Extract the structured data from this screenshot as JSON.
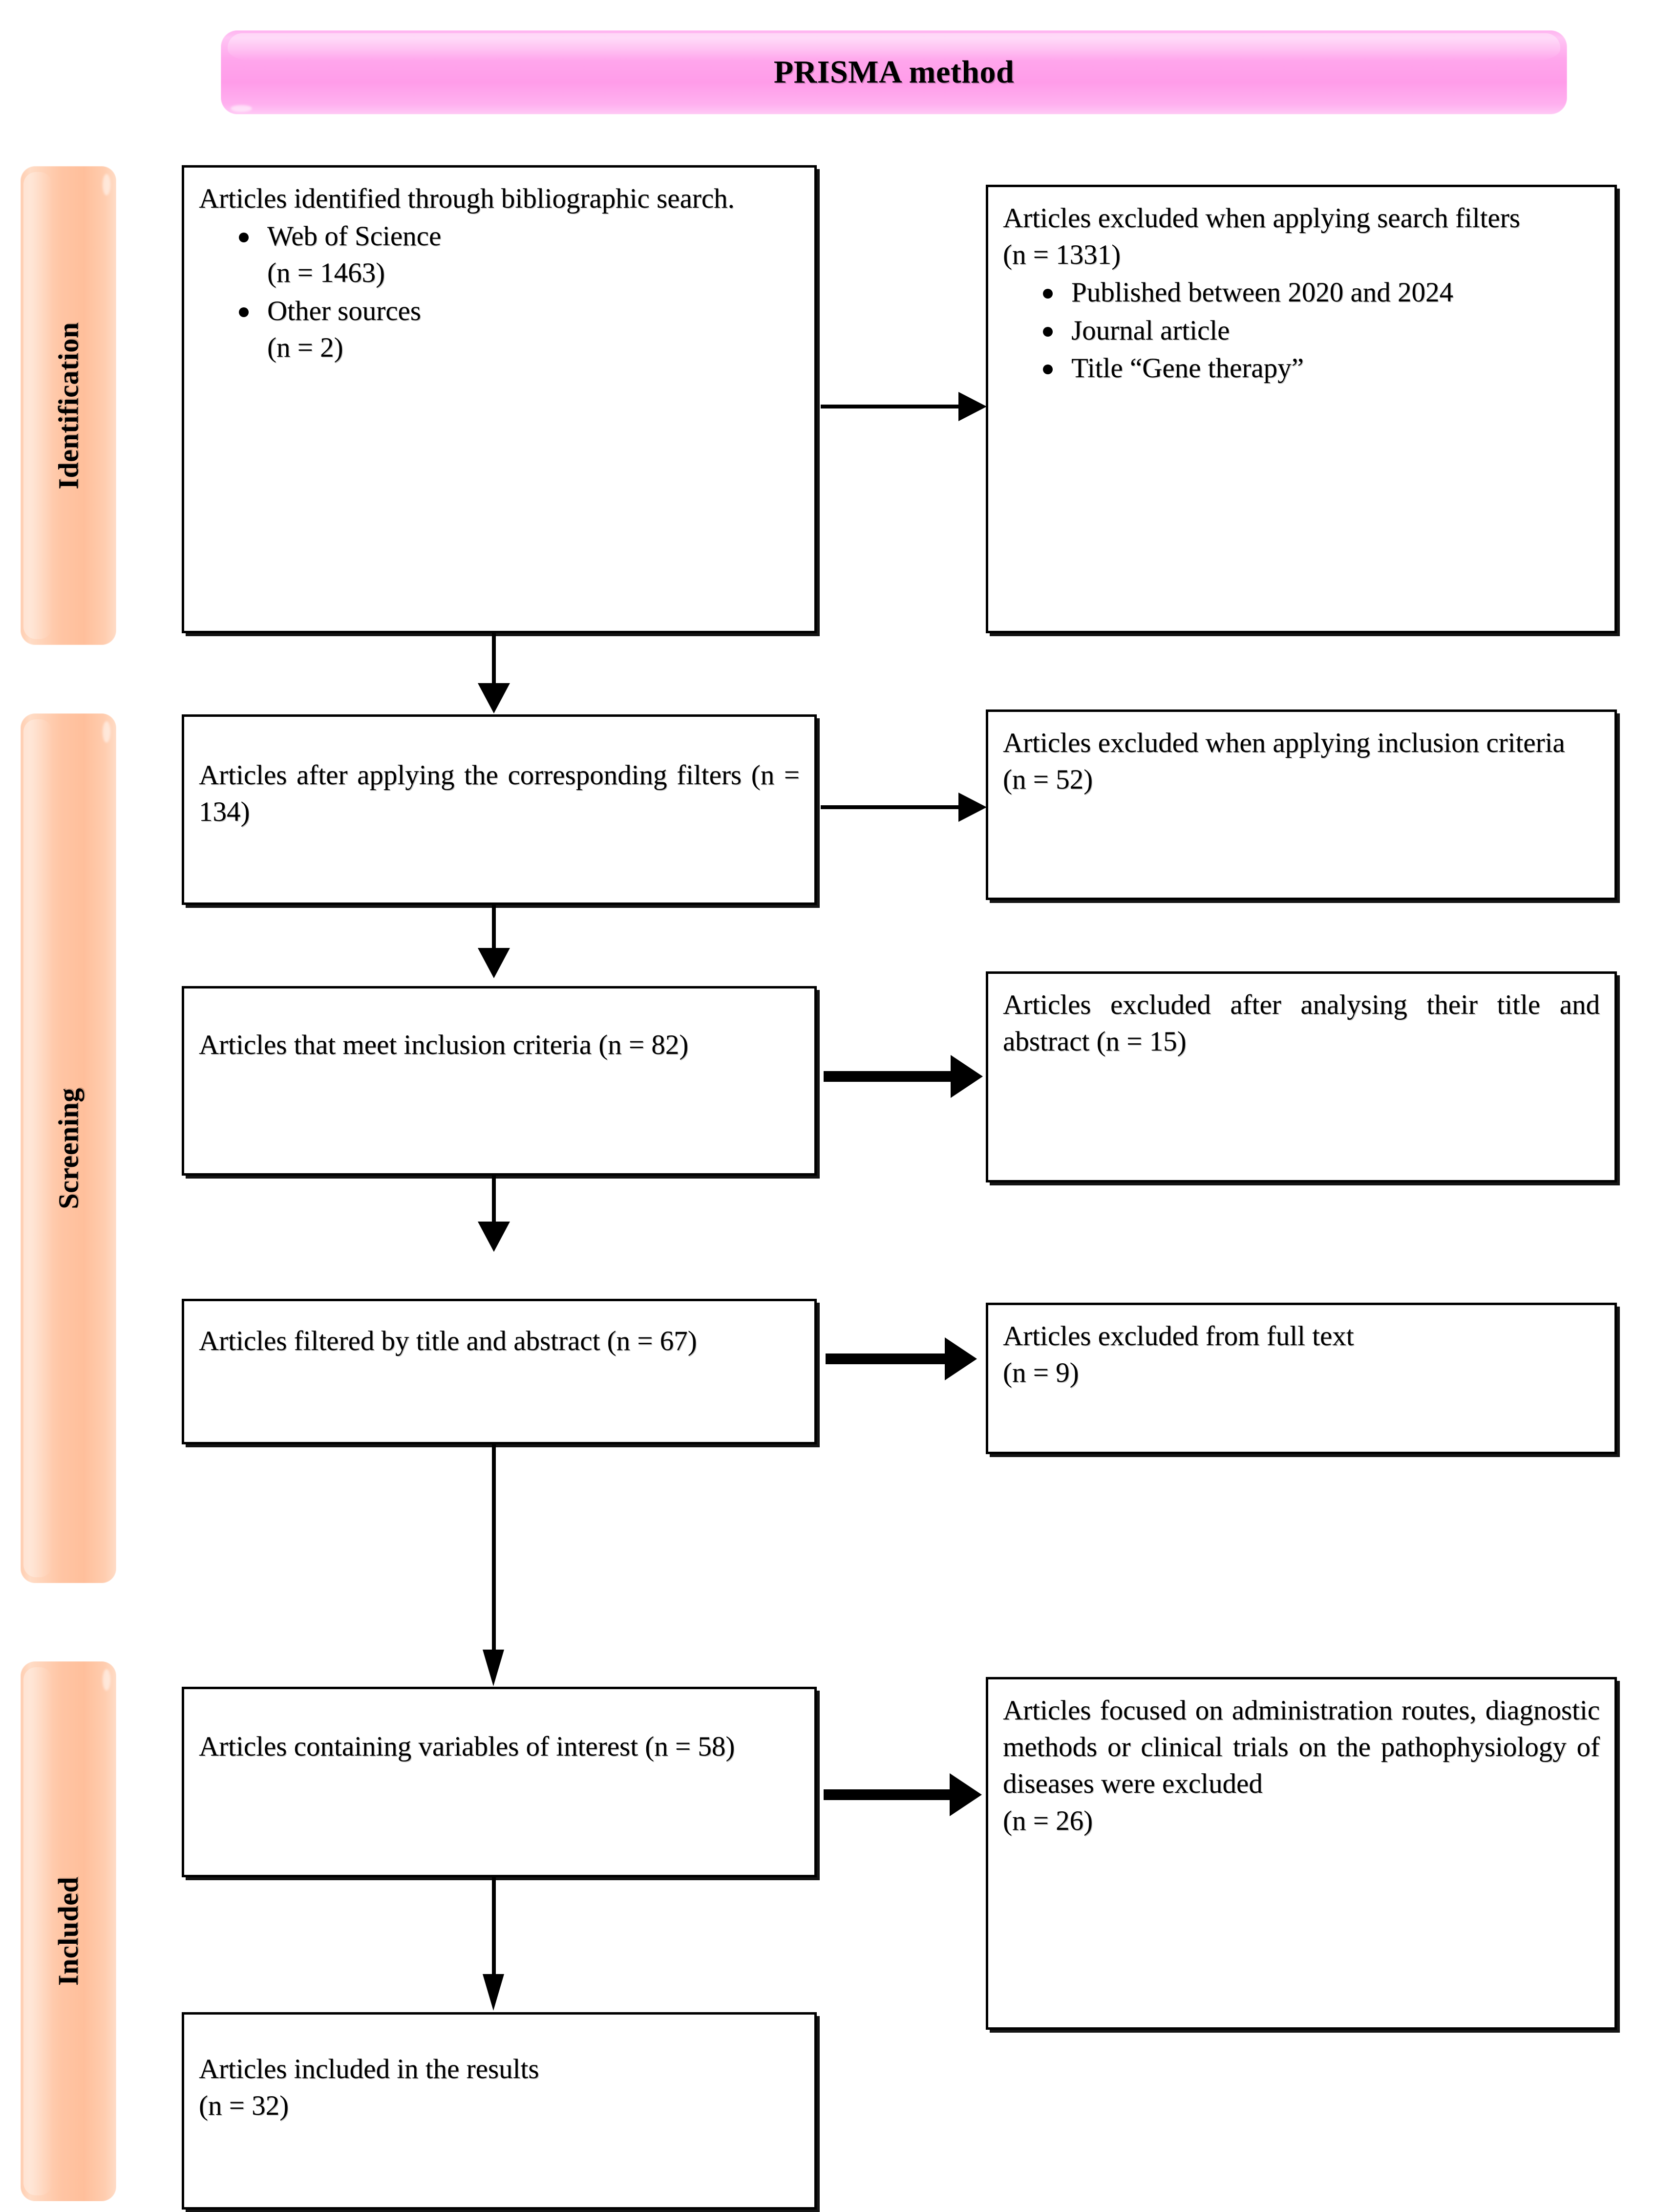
{
  "title": {
    "text": "PRISMA method",
    "color": "#ff9ce9"
  },
  "stages": [
    {
      "label": "Identification",
      "color": "#ffc5a4"
    },
    {
      "label": "Screening",
      "color": "#ffc5a4"
    },
    {
      "label": "Included",
      "color": "#ffc5a4"
    }
  ],
  "flow": {
    "identification": {
      "source": {
        "heading": "Articles identified through bibliographic search.",
        "bullets": [
          {
            "label": "Web of Science",
            "count": "(n = 1463)"
          },
          {
            "label": "Other sources",
            "count": "(n = 2)"
          }
        ]
      },
      "excluded": {
        "heading": "Articles excluded when applying search filters",
        "count": "(n = 1331)",
        "bullets": [
          {
            "label": "Published between 2020 and 2024"
          },
          {
            "label": "Journal article"
          },
          {
            "label": "Title “Gene therapy”"
          }
        ]
      }
    },
    "screening": {
      "step_filters": {
        "text": "Articles after applying the corresponding filters (n = 134)"
      },
      "excluded_inclusion": {
        "heading": "Articles excluded when applying inclusion criteria",
        "count": "(n = 52)"
      },
      "step_inclusion": {
        "text": "Articles that meet inclusion criteria (n = 82)"
      },
      "excluded_title_abstract": {
        "text": "Articles excluded after analysing their title and abstract (n = 15)"
      },
      "step_title_abstract": {
        "text": "Articles filtered by title and abstract (n = 67)"
      },
      "excluded_full_text": {
        "heading": "Articles excluded from full text",
        "count": "(n = 9)"
      }
    },
    "included": {
      "step_variables": {
        "text": "Articles containing variables of interest (n = 58)"
      },
      "excluded_focus": {
        "heading": "Articles focused on administration routes, diagnostic methods or clinical trials on the pathophysiology of diseases were excluded",
        "count": "(n = 26)"
      },
      "final": {
        "heading": "Articles included in the results",
        "count": "(n = 32)"
      }
    }
  }
}
